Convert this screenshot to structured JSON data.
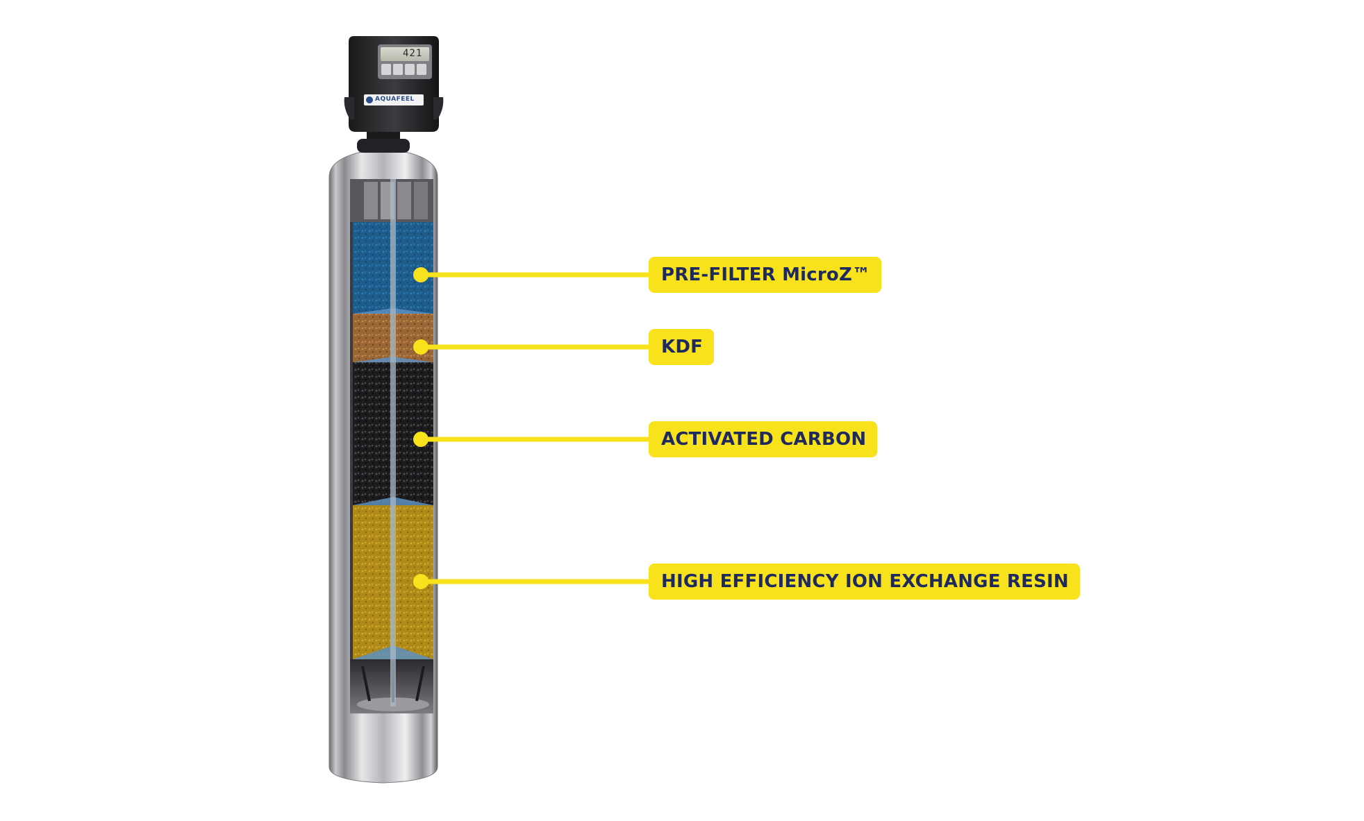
{
  "device": {
    "display_reading": "421",
    "logo_text": "AQUAFEEL"
  },
  "colors": {
    "label_background": "#f7e21c",
    "label_text": "#1e2a5e",
    "leader_line": "#f7e21c"
  },
  "layers": [
    {
      "label": "PRE-FILTER MicroZ™",
      "media_color": "#1f5f8f",
      "media_name": "pre-filter"
    },
    {
      "label": "KDF",
      "media_color": "#a8703e",
      "media_name": "kdf"
    },
    {
      "label": "ACTIVATED CARBON",
      "media_color": "#2a2a2c",
      "media_name": "activated-carbon"
    },
    {
      "label": "HIGH EFFICIENCY ION EXCHANGE RESIN",
      "media_color": "#b8941c",
      "media_name": "ion-exchange-resin"
    }
  ]
}
